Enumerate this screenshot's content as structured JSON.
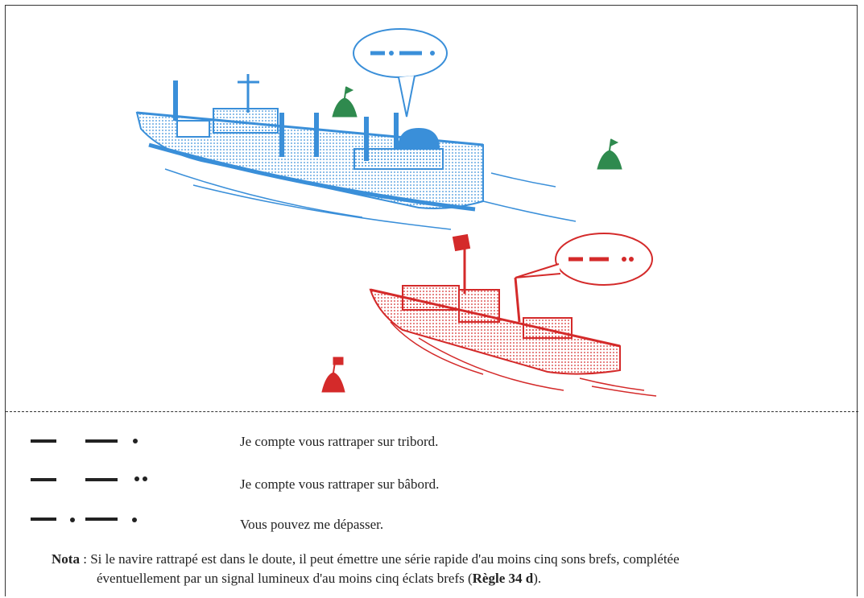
{
  "colors": {
    "blue_ship": "#3a8fd9",
    "red_ship": "#d42a2a",
    "green_buoy": "#2f8a4e",
    "red_buoy": "#d42a2a",
    "ink": "#222222"
  },
  "bubbles": {
    "blue_ship_signal": "long short long short",
    "red_ship_signal": "long long short short"
  },
  "legend": [
    {
      "signal": [
        "long",
        "long",
        "short"
      ],
      "text": "Je compte vous rattraper sur tribord."
    },
    {
      "signal": [
        "long",
        "long",
        "short",
        "short"
      ],
      "text": "Je compte vous rattraper sur bâbord."
    },
    {
      "signal": [
        "long",
        "short",
        "long",
        "short"
      ],
      "text": "Vous pouvez me dépasser."
    }
  ],
  "nota": {
    "label": "Nota",
    "sep": " : ",
    "line1": "Si le navire rattrapé est dans le doute, il peut émettre une série rapide d'au moins cinq sons brefs, complétée",
    "line2_a": "éventuellement par un signal lumineux d'au moins cinq éclats brefs (",
    "rule": "Règle 34 d",
    "line2_b": ")."
  }
}
